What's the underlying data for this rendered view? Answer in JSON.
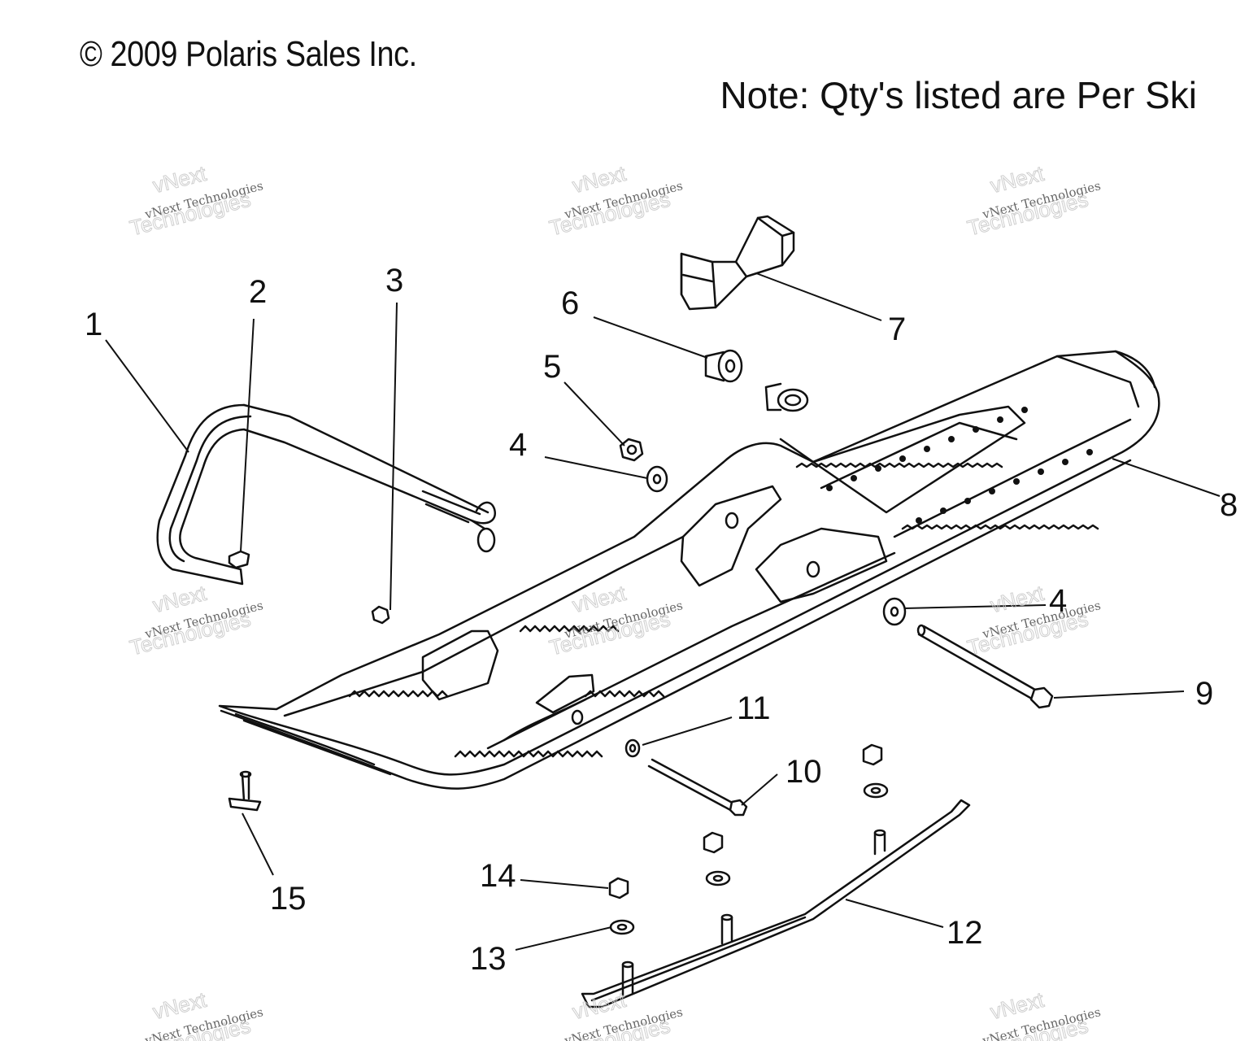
{
  "header": {
    "copyright": "© 2009 Polaris Sales Inc.",
    "note": "Note: Qty's listed are Per Ski"
  },
  "watermark": {
    "line_small": "vNext Technologies",
    "line_big_1": "vNext",
    "line_big_2": "Technologies"
  },
  "callouts": [
    "1",
    "2",
    "3",
    "4",
    "5",
    "6",
    "7",
    "8",
    "9",
    "10",
    "11",
    "12",
    "13",
    "14",
    "15"
  ],
  "callout_4b": "4",
  "colors": {
    "ink": "#111111",
    "watermark": "#c9c9c9",
    "background": "#ffffff"
  }
}
